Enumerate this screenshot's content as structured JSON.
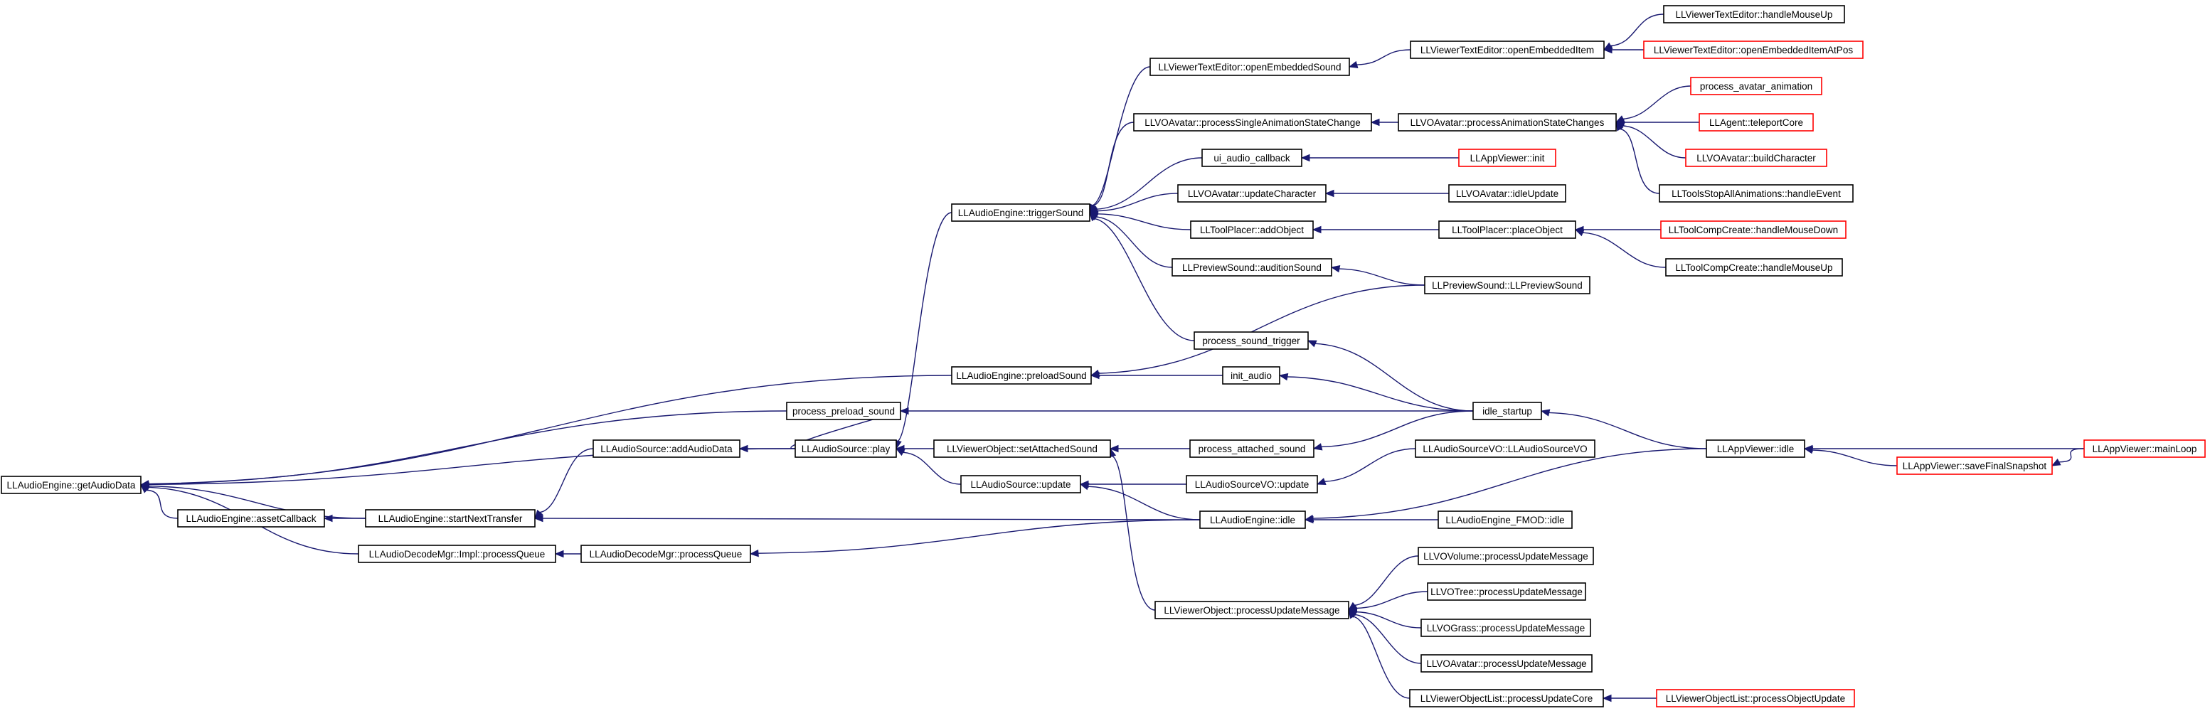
{
  "colors": {
    "edge": "#191970",
    "normal_border": "#000000",
    "truncated_border": "#ff0000",
    "focus_fill": "#bfbfbf"
  },
  "nodes": [
    {
      "id": "getAudioData",
      "label": "LLAudioEngine::getAudioData",
      "style": "focus"
    },
    {
      "id": "assetCallback",
      "label": "LLAudioEngine::assetCallback",
      "style": "normal"
    },
    {
      "id": "implProcessQueue",
      "label": "LLAudioDecodeMgr::Impl::processQueue",
      "style": "normal"
    },
    {
      "id": "startNextTransfer",
      "label": "LLAudioEngine::startNextTransfer",
      "style": "normal"
    },
    {
      "id": "processPreloadSound",
      "label": "process_preload_sound",
      "style": "normal"
    },
    {
      "id": "addAudioData",
      "label": "LLAudioSource::addAudioData",
      "style": "normal"
    },
    {
      "id": "decodeMgrProcessQueue",
      "label": "LLAudioDecodeMgr::processQueue",
      "style": "normal"
    },
    {
      "id": "play",
      "label": "LLAudioSource::play",
      "style": "normal"
    },
    {
      "id": "triggerSound",
      "label": "LLAudioEngine::triggerSound",
      "style": "normal"
    },
    {
      "id": "preloadSound",
      "label": "LLAudioEngine::preloadSound",
      "style": "normal"
    },
    {
      "id": "setAttachedSound",
      "label": "LLViewerObject::setAttachedSound",
      "style": "normal"
    },
    {
      "id": "sourceUpdate",
      "label": "LLAudioSource::update",
      "style": "normal"
    },
    {
      "id": "openEmbeddedSound",
      "label": "LLViewerTextEditor::openEmbeddedSound",
      "style": "normal"
    },
    {
      "id": "processSingleAnim",
      "label": "LLVOAvatar::processSingleAnimationStateChange",
      "style": "normal"
    },
    {
      "id": "uiAudioCallback",
      "label": "ui_audio_callback",
      "style": "normal"
    },
    {
      "id": "updateCharacter",
      "label": "LLVOAvatar::updateCharacter",
      "style": "normal"
    },
    {
      "id": "addObject",
      "label": "LLToolPlacer::addObject",
      "style": "normal"
    },
    {
      "id": "auditionSound",
      "label": "LLPreviewSound::auditionSound",
      "style": "normal"
    },
    {
      "id": "processSoundTrigger",
      "label": "process_sound_trigger",
      "style": "normal"
    },
    {
      "id": "initAudio",
      "label": "init_audio",
      "style": "normal"
    },
    {
      "id": "processAttachedSound",
      "label": "process_attached_sound",
      "style": "normal"
    },
    {
      "id": "sourceVOUpdate",
      "label": "LLAudioSourceVO::update",
      "style": "normal"
    },
    {
      "id": "engineIdle",
      "label": "LLAudioEngine::idle",
      "style": "normal"
    },
    {
      "id": "processUpdateMessage",
      "label": "LLViewerObject::processUpdateMessage",
      "style": "normal"
    },
    {
      "id": "openEmbeddedItem",
      "label": "LLViewerTextEditor::openEmbeddedItem",
      "style": "normal"
    },
    {
      "id": "processAnimChanges",
      "label": "LLVOAvatar::processAnimationStateChanges",
      "style": "normal"
    },
    {
      "id": "appViewerInit",
      "label": "LLAppViewer::init",
      "style": "truncated"
    },
    {
      "id": "voIdleUpdate",
      "label": "LLVOAvatar::idleUpdate",
      "style": "normal"
    },
    {
      "id": "placeObject",
      "label": "LLToolPlacer::placeObject",
      "style": "normal"
    },
    {
      "id": "previewSoundCtor",
      "label": "LLPreviewSound::LLPreviewSound",
      "style": "normal"
    },
    {
      "id": "idleStartup",
      "label": "idle_startup",
      "style": "normal"
    },
    {
      "id": "sourceVOCtor",
      "label": "LLAudioSourceVO::LLAudioSourceVO",
      "style": "normal"
    },
    {
      "id": "fmodIdle",
      "label": "LLAudioEngine_FMOD::idle",
      "style": "normal"
    },
    {
      "id": "volumeUpdate",
      "label": "LLVOVolume::processUpdateMessage",
      "style": "normal"
    },
    {
      "id": "treeUpdate",
      "label": "LLVOTree::processUpdateMessage",
      "style": "normal"
    },
    {
      "id": "grassUpdate",
      "label": "LLVOGrass::processUpdateMessage",
      "style": "normal"
    },
    {
      "id": "avatarUpdate",
      "label": "LLVOAvatar::processUpdateMessage",
      "style": "normal"
    },
    {
      "id": "processUpdateCore",
      "label": "LLViewerObjectList::processUpdateCore",
      "style": "normal"
    },
    {
      "id": "appViewerIdle",
      "label": "LLAppViewer::idle",
      "style": "normal"
    },
    {
      "id": "handleMouseUpText",
      "label": "LLViewerTextEditor::handleMouseUp",
      "style": "normal"
    },
    {
      "id": "openEmbeddedItemAtPos",
      "label": "LLViewerTextEditor::openEmbeddedItemAtPos",
      "style": "truncated"
    },
    {
      "id": "processAvatarAnimation",
      "label": "process_avatar_animation",
      "style": "truncated"
    },
    {
      "id": "teleportCore",
      "label": "LLAgent::teleportCore",
      "style": "truncated"
    },
    {
      "id": "buildCharacter",
      "label": "LLVOAvatar::buildCharacter",
      "style": "truncated"
    },
    {
      "id": "toolsStopAll",
      "label": "LLToolsStopAllAnimations::handleEvent",
      "style": "normal"
    },
    {
      "id": "compHandleMouseDown",
      "label": "LLToolCompCreate::handleMouseDown",
      "style": "truncated"
    },
    {
      "id": "compHandleMouseUp",
      "label": "LLToolCompCreate::handleMouseUp",
      "style": "normal"
    },
    {
      "id": "saveFinalSnapshot",
      "label": "LLAppViewer::saveFinalSnapshot",
      "style": "truncated"
    },
    {
      "id": "processObjectUpdate",
      "label": "LLViewerObjectList::processObjectUpdate",
      "style": "truncated"
    },
    {
      "id": "mainLoop",
      "label": "LLAppViewer::mainLoop",
      "style": "truncated"
    }
  ],
  "edges": [
    [
      "assetCallback",
      "getAudioData"
    ],
    [
      "implProcessQueue",
      "getAudioData"
    ],
    [
      "startNextTransfer",
      "getAudioData"
    ],
    [
      "processPreloadSound",
      "getAudioData"
    ],
    [
      "play",
      "getAudioData"
    ],
    [
      "preloadSound",
      "getAudioData"
    ],
    [
      "startNextTransfer",
      "assetCallback"
    ],
    [
      "decodeMgrProcessQueue",
      "implProcessQueue"
    ],
    [
      "engineIdle",
      "startNextTransfer"
    ],
    [
      "play",
      "addAudioData"
    ],
    [
      "play",
      "processPreloadSound"
    ],
    [
      "idleStartup",
      "processPreloadSound"
    ],
    [
      "addAudioData",
      "startNextTransfer"
    ],
    [
      "engineIdle",
      "decodeMgrProcessQueue"
    ],
    [
      "triggerSound",
      "play"
    ],
    [
      "setAttachedSound",
      "play"
    ],
    [
      "sourceUpdate",
      "play"
    ],
    [
      "openEmbeddedSound",
      "triggerSound"
    ],
    [
      "processSingleAnim",
      "triggerSound"
    ],
    [
      "uiAudioCallback",
      "triggerSound"
    ],
    [
      "updateCharacter",
      "triggerSound"
    ],
    [
      "addObject",
      "triggerSound"
    ],
    [
      "auditionSound",
      "triggerSound"
    ],
    [
      "processSoundTrigger",
      "triggerSound"
    ],
    [
      "initAudio",
      "preloadSound"
    ],
    [
      "previewSoundCtor",
      "preloadSound"
    ],
    [
      "processAttachedSound",
      "setAttachedSound"
    ],
    [
      "processUpdateMessage",
      "setAttachedSound"
    ],
    [
      "sourceVOUpdate",
      "sourceUpdate"
    ],
    [
      "engineIdle",
      "sourceUpdate"
    ],
    [
      "openEmbeddedItem",
      "openEmbeddedSound"
    ],
    [
      "processAnimChanges",
      "processSingleAnim"
    ],
    [
      "appViewerInit",
      "uiAudioCallback"
    ],
    [
      "voIdleUpdate",
      "updateCharacter"
    ],
    [
      "placeObject",
      "addObject"
    ],
    [
      "previewSoundCtor",
      "auditionSound"
    ],
    [
      "idleStartup",
      "processSoundTrigger"
    ],
    [
      "idleStartup",
      "initAudio"
    ],
    [
      "idleStartup",
      "processAttachedSound"
    ],
    [
      "sourceVOCtor",
      "sourceVOUpdate"
    ],
    [
      "appViewerIdle",
      "engineIdle"
    ],
    [
      "fmodIdle",
      "engineIdle"
    ],
    [
      "volumeUpdate",
      "processUpdateMessage"
    ],
    [
      "treeUpdate",
      "processUpdateMessage"
    ],
    [
      "grassUpdate",
      "processUpdateMessage"
    ],
    [
      "avatarUpdate",
      "processUpdateMessage"
    ],
    [
      "processUpdateCore",
      "processUpdateMessage"
    ],
    [
      "handleMouseUpText",
      "openEmbeddedItem"
    ],
    [
      "openEmbeddedItemAtPos",
      "openEmbeddedItem"
    ],
    [
      "processAvatarAnimation",
      "processAnimChanges"
    ],
    [
      "teleportCore",
      "processAnimChanges"
    ],
    [
      "buildCharacter",
      "processAnimChanges"
    ],
    [
      "toolsStopAll",
      "processAnimChanges"
    ],
    [
      "compHandleMouseDown",
      "placeObject"
    ],
    [
      "compHandleMouseUp",
      "placeObject"
    ],
    [
      "appViewerIdle",
      "idleStartup"
    ],
    [
      "processObjectUpdate",
      "processUpdateCore"
    ],
    [
      "mainLoop",
      "appViewerIdle"
    ],
    [
      "saveFinalSnapshot",
      "appViewerIdle"
    ],
    [
      "mainLoop",
      "saveFinalSnapshot"
    ]
  ]
}
